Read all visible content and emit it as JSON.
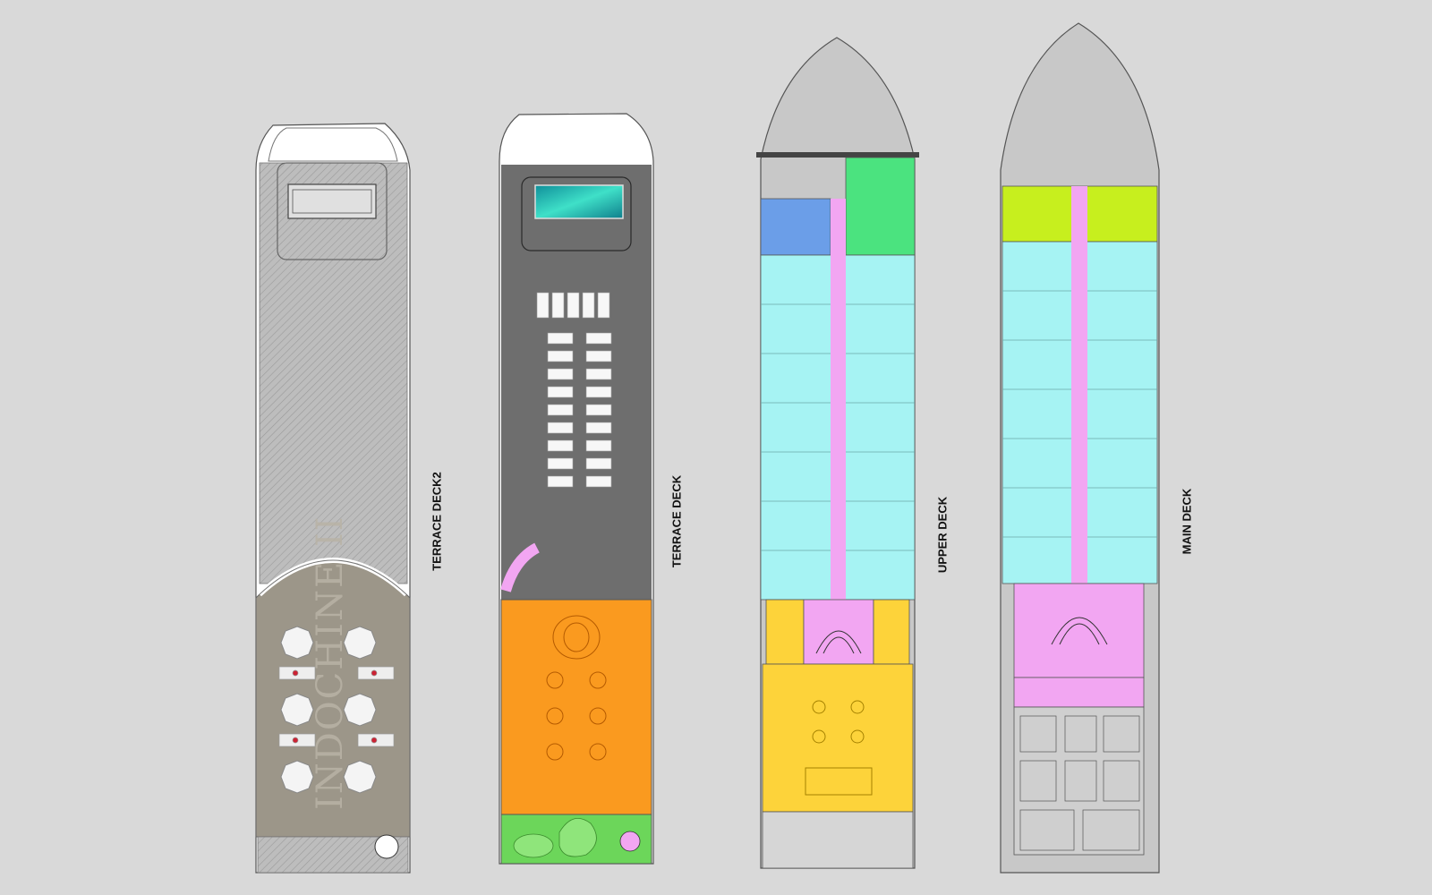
{
  "decks": {
    "terrace_deck2": {
      "label": "TERRACE DECK2",
      "brand": "INDOCHINE II"
    },
    "terrace_deck": {
      "label": "TERRACE DECK"
    },
    "upper_deck": {
      "label": "UPPER DECK"
    },
    "main_deck": {
      "label": "MAIN DECK"
    }
  },
  "colors": {
    "background": "#d9d9d9",
    "hull": "#c8c8c8",
    "dark_deck": "#6e6e6e",
    "cabin": "#a6f3f3",
    "corridor": "#f2a6f2",
    "restaurant": "#fa9a1f",
    "lounge": "#fdd33a",
    "suite_green": "#4be37f",
    "suite_blue": "#6b9ee8",
    "suite_lime": "#c7ef1e",
    "garden": "#6cd65a",
    "pool": "#1fb6a8",
    "terrace": "#9c9689"
  }
}
